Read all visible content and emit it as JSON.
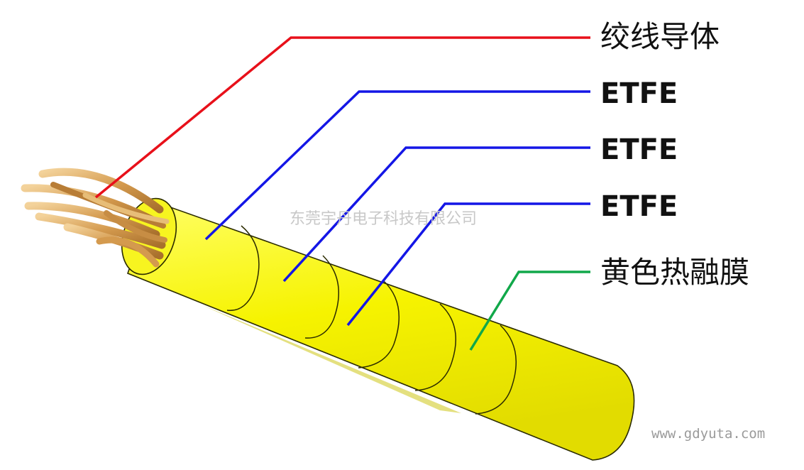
{
  "labels": {
    "conductor": "绞线导体",
    "etfe_1": "ETFE",
    "etfe_2": "ETFE",
    "etfe_3": "ETFE",
    "film": "黄色热融膜"
  },
  "watermark": "东莞宇丹电子科技有限公司",
  "website": "www.gdyuta.com",
  "colors": {
    "conductor_line": "#e8101a",
    "etfe_line": "#1416e6",
    "film_line": "#11a84a",
    "cable_yellow": "#f3f000",
    "copper": "#d9a55a"
  }
}
